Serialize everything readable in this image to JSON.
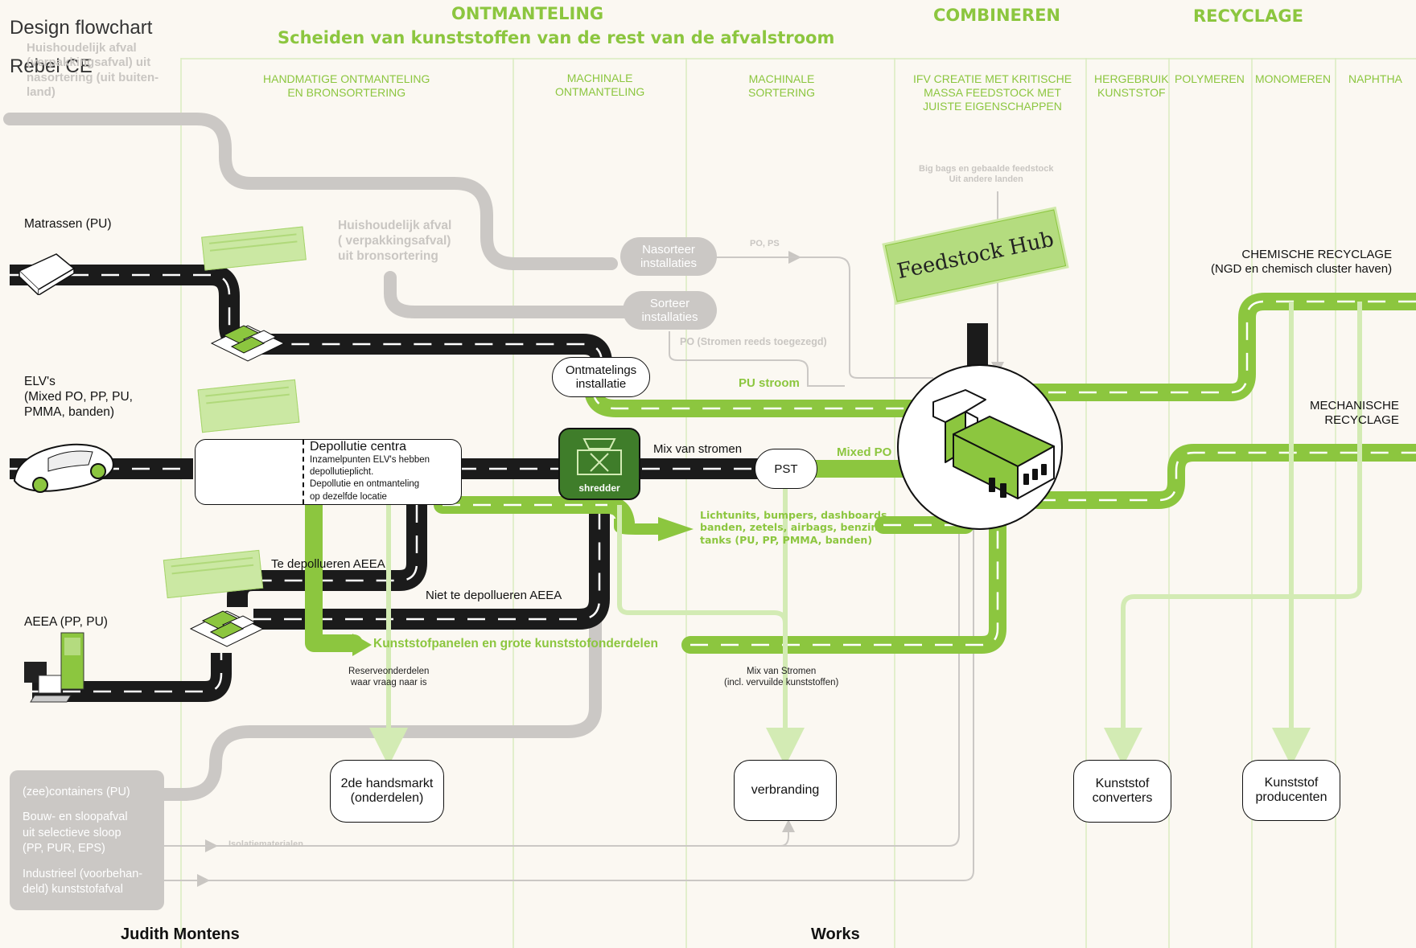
{
  "header": {
    "title_line1": "Design flowchart",
    "title_line2": "Rebel CE",
    "ontmanteling": "ONTMANTELING",
    "ontmanteling_sub": "Scheiden van kunststoffen van de rest van de afvalstroom",
    "combineren": "COMBINEREN",
    "recyclage": "RECYCLAGE"
  },
  "columns": {
    "c1": [
      "HANDMATIGE ONTMANTELING",
      "EN BRONSORTERING"
    ],
    "c2": [
      "MACHINALE",
      "ONTMANTELING"
    ],
    "c3": [
      "MACHINALE",
      "SORTERING"
    ],
    "c4": [
      "IFV CREATIE MET KRITISCHE",
      "MASSA FEEDSTOCK MET",
      "JUISTE EIGENSCHAPPEN"
    ],
    "c5": [
      "HERGEBRUIK",
      "KUNSTSTOF"
    ],
    "c6": "POLYMEREN",
    "c7": "MONOMEREN",
    "c8": "NAPHTHA"
  },
  "sources": {
    "household_overlay": [
      "Huishoudelijk afval",
      "(verpakkingsafval) uit",
      "nasortering (uit buiten-",
      "land)"
    ],
    "matrassen": "Matrassen (PU)",
    "elv": [
      "ELV's",
      "(Mixed PO, PP,  PU,",
      "PMMA, banden)"
    ],
    "aeea": "AEEA (PP, PU)",
    "household_bron": [
      "Huishoudelijk afval",
      "( verpakkingsafval)",
      "uit bronsortering"
    ]
  },
  "nodes": {
    "nasorteer": [
      "Nasorteer",
      "installaties"
    ],
    "sorteer": [
      "Sorteer",
      "installaties"
    ],
    "ontmantelings": [
      "Ontmatelings",
      "installatie"
    ],
    "depollutie_title": "Depollutie centra",
    "depollutie_desc": [
      "Inzamelpunten ELV's hebben",
      "depollutieplicht.",
      "Depollutie en ontmanteling",
      "op dezelfde locatie"
    ],
    "shredder": "shredder",
    "pst": "PST",
    "feedstock_hub": "Feedstock Hub",
    "handsmarkt": [
      "2de handsmarkt",
      "(onderdelen)"
    ],
    "verbranding": "verbranding",
    "converters": [
      "Kunststof",
      "converters"
    ],
    "producenten": [
      "Kunststof",
      "producenten"
    ]
  },
  "labels": {
    "po_ps": "PO, PS",
    "po_stromen": "PO (Stromen reeds toegezegd)",
    "big_bags": [
      "Big bags en gebaalde feedstock",
      "Uit andere landen"
    ],
    "pu_stroom": "PU stroom",
    "mix_stromen": "Mix van stromen",
    "mixed_po": "Mixed PO",
    "lichtunits": [
      "Lichtunits, bumpers, dashboards,",
      "banden, zetels, airbags, benzine-",
      "tanks (PU, PP, PMMA, banden)"
    ],
    "te_depollueren": "Te depollueren AEEA",
    "niet_te_depollueren": "Niet te depollueren AEEA",
    "kunststofpanelen": "Kunststofpanelen en grote kunststofonderdelen",
    "reserve": [
      "Reserveonderdelen",
      "waar vraag naar is"
    ],
    "mix_van_stromen2": [
      "Mix van Stromen",
      "(incl. vervuilde kunststoffen)"
    ],
    "chemische": [
      "CHEMISCHE RECYCLAGE",
      "(NGD en chemisch cluster haven)"
    ],
    "mechanische": [
      "MECHANISCHE",
      "RECYCLAGE"
    ],
    "isolatie": "Isolatiematerialen"
  },
  "bottom_sources": [
    "(zee)containers (PU)",
    "Bouw- en sloopafval",
    " uit selectieve sloop",
    "(PP, PUR, EPS)",
    "Industrieel (voorbehan-",
    "deld) kunststofafval"
  ],
  "footer": {
    "left": "Judith Montens",
    "right": "Works"
  },
  "colors": {
    "green": "#8cc63f",
    "light_green": "#d3ebb4",
    "grey": "#c9c6c2",
    "road": "#1a1a1a",
    "background": "#fbf8f2"
  }
}
